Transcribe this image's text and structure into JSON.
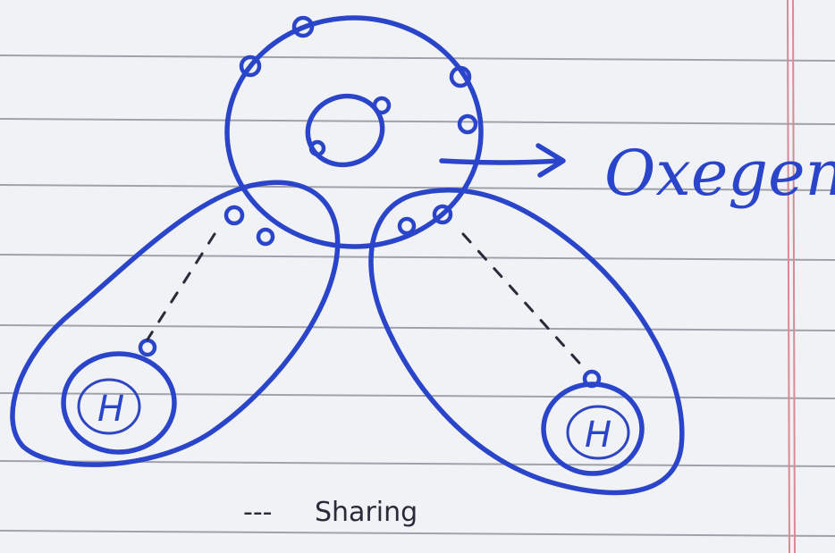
{
  "labels": {
    "oxygen": "Oxegen",
    "hydrogen_left": "H",
    "hydrogen_right": "H",
    "legend_dash": "---",
    "legend_text": "Sharing"
  },
  "colors": {
    "ink": "#2a45c9",
    "pencil": "#2a2a3a",
    "paper": "#f1f2f5",
    "rule": "#5d6270",
    "margin": "#d98a93"
  }
}
